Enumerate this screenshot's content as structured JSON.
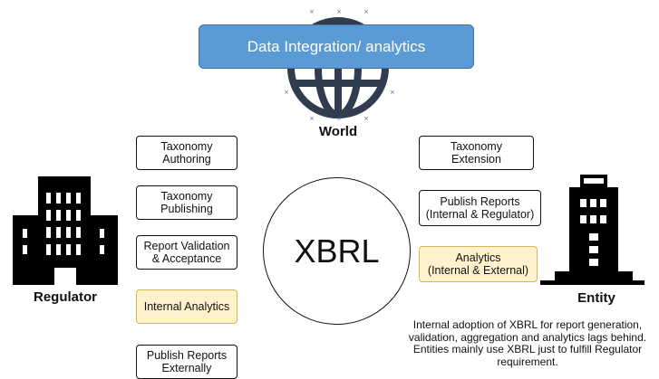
{
  "banner": {
    "text": "Data Integration/ analytics"
  },
  "world_label": "World",
  "center_label": "XBRL",
  "regulator": {
    "label": "Regulator",
    "boxes": [
      {
        "text": "Taxonomy\nAuthoring",
        "highlight": false
      },
      {
        "text": "Taxonomy\nPublishing",
        "highlight": false
      },
      {
        "text": "Report Validation\n& Acceptance",
        "highlight": false
      },
      {
        "text": "Internal Analytics",
        "highlight": true
      },
      {
        "text": "Publish Reports\nExternally",
        "highlight": false
      }
    ]
  },
  "entity": {
    "label": "Entity",
    "boxes": [
      {
        "text": "Taxonomy\nExtension",
        "highlight": false
      },
      {
        "text": "Publish Reports\n(Internal & Regulator)",
        "highlight": false
      },
      {
        "text": "Analytics\n(Internal & External)",
        "highlight": true
      }
    ]
  },
  "note": "Internal adoption of XBRL for report generation, validation, aggregation and analytics lags behind. Entities mainly use XBRL just to fulfill Regulator requirement.",
  "colors": {
    "banner": "#5b9bd5",
    "highlight_fill": "#fff2cc",
    "highlight_border": "#d6b656",
    "globe": "#2f3d4f"
  },
  "icons": {
    "world": "globe-icon",
    "regulator": "building-icon",
    "entity": "tower-building-icon"
  }
}
